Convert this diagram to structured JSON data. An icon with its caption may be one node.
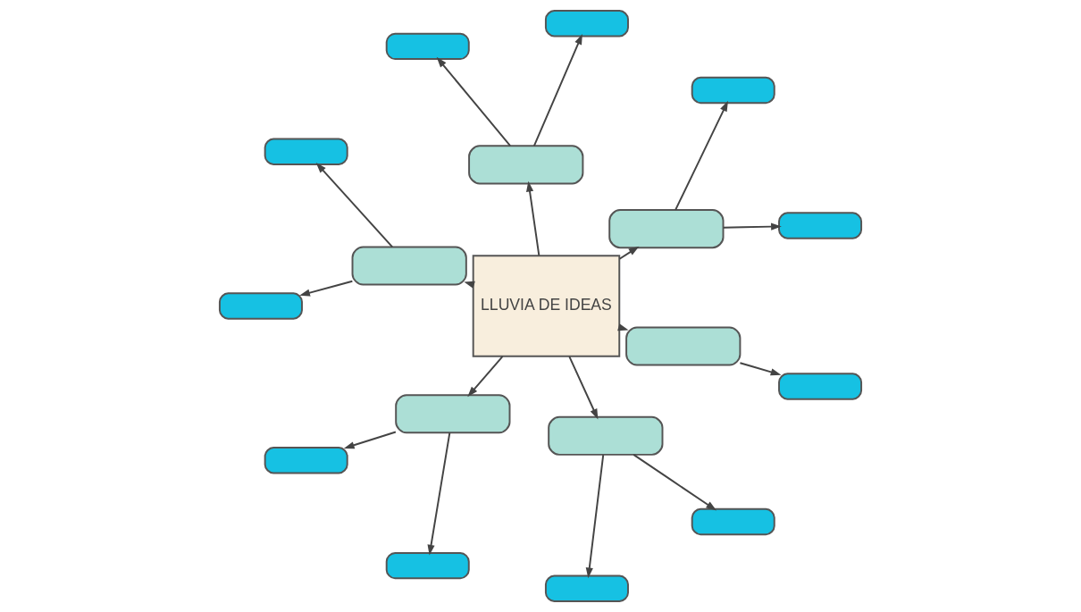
{
  "diagram": {
    "nodes": [
      {
        "text": [
          "LLUVIA DE IDEAS"
        ]
      },
      {
        "text": [],
        "shape": "box"
      },
      {
        "text": [],
        "shape": "box"
      },
      {
        "text": [],
        "shape": "box"
      },
      {
        "text": [],
        "shape": "box"
      },
      {
        "text": [],
        "shape": "box"
      },
      {
        "text": [],
        "shape": "box"
      },
      {
        "text": [],
        "shape": "pill"
      },
      {
        "text": [],
        "shape": "pill"
      },
      {
        "text": [],
        "shape": "pill"
      },
      {
        "text": [],
        "shape": "pill"
      },
      {
        "text": [],
        "shape": "pill"
      },
      {
        "text": [],
        "shape": "pill"
      },
      {
        "text": [],
        "shape": "pill"
      },
      {
        "text": [],
        "shape": "pill"
      },
      {
        "text": [],
        "shape": "pill"
      },
      {
        "text": [],
        "shape": "pill"
      },
      {
        "text": [],
        "shape": "pill"
      }
    ],
    "edges": [
      {
        "from": 0,
        "to": 1,
        "arrow": "to"
      },
      {
        "from": 0,
        "to": 2,
        "arrow": "to"
      },
      {
        "from": 0,
        "to": 3,
        "arrow": "to"
      },
      {
        "from": 0,
        "to": 4,
        "arrow": "to"
      },
      {
        "from": 0,
        "to": 5,
        "arrow": "to"
      },
      {
        "from": 0,
        "to": 6,
        "arrow": "to"
      },
      {
        "from": 1,
        "to": 7,
        "arrow": "to"
      },
      {
        "from": 1,
        "to": 8,
        "arrow": "to"
      },
      {
        "from": 2,
        "to": 9,
        "arrow": "to"
      },
      {
        "from": 2,
        "to": 10,
        "arrow": "to"
      },
      {
        "from": 3,
        "to": 11,
        "arrow": "to"
      },
      {
        "from": 3,
        "to": 12,
        "arrow": "to"
      },
      {
        "from": 4,
        "to": 13,
        "arrow": "to"
      },
      {
        "from": 4,
        "to": 14,
        "arrow": "to"
      },
      {
        "from": 5,
        "to": 15,
        "arrow": "to"
      },
      {
        "from": 5,
        "to": 16,
        "arrow": "to"
      },
      {
        "from": 6,
        "to": 17,
        "arrow": "to"
      }
    ]
  }
}
